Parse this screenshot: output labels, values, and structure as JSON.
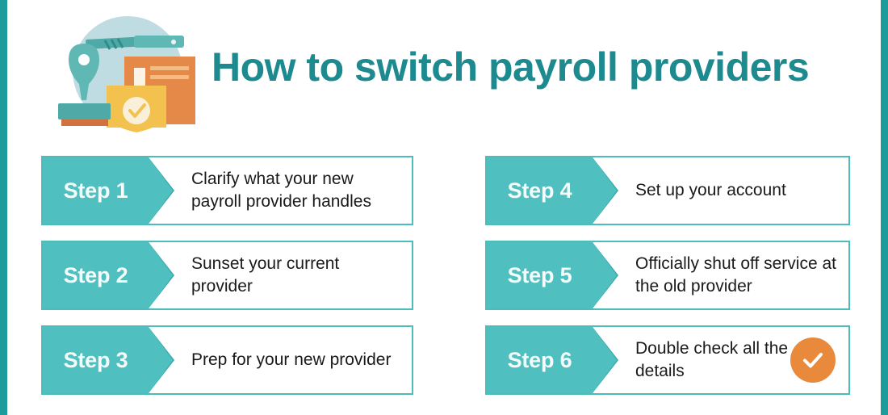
{
  "header": {
    "title": "How to switch payroll providers",
    "illustration_name": "payroll-stamp-document-illustration"
  },
  "colors": {
    "brand_teal": "#1E9B9B",
    "title_teal": "#1C8A8E",
    "step_tag_teal": "#4FC0BF",
    "step_tag_shadow": "#3AA9AB",
    "step_border": "#4BBDBD",
    "check_orange": "#E8893C",
    "illustration_circle": "#BFDCE2",
    "illustration_stamp": "#5FB8B4",
    "illustration_document": "#E88E4D",
    "illustration_envelope": "#F2C14E",
    "body_text": "#1A1A1A",
    "step_label_text": "#F4FBFB"
  },
  "steps": [
    {
      "tag": "Step 1",
      "text": "Clarify what your new payroll provider handles",
      "has_check": false
    },
    {
      "tag": "Step 2",
      "text": "Sunset your current provider",
      "has_check": false
    },
    {
      "tag": "Step 3",
      "text": "Prep for your new provider",
      "has_check": false
    },
    {
      "tag": "Step 4",
      "text": "Set up your account",
      "has_check": false
    },
    {
      "tag": "Step 5",
      "text": "Officially shut off service at the old provider",
      "has_check": false
    },
    {
      "tag": "Step 6",
      "text": "Double check all the details",
      "has_check": true
    }
  ],
  "badge": {
    "icon": "check-icon"
  }
}
